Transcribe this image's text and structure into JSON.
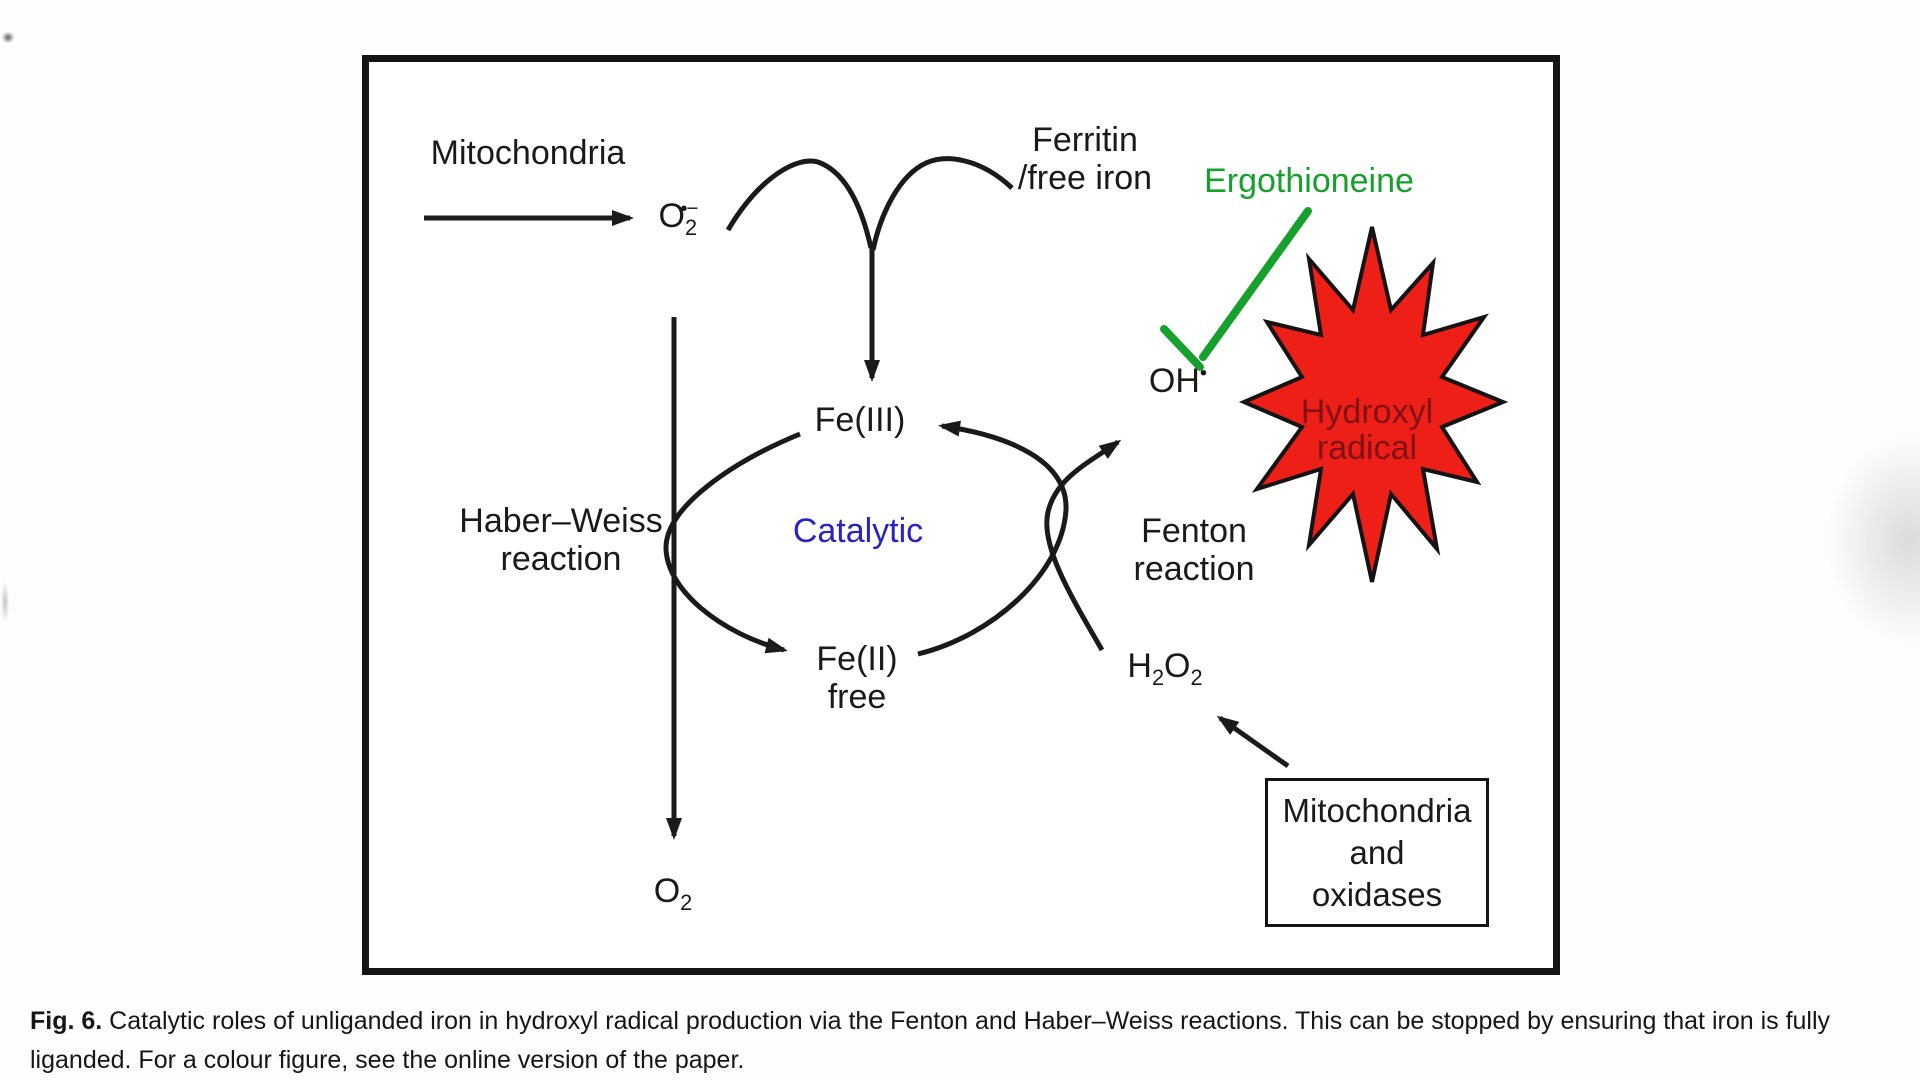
{
  "figure": {
    "labels": {
      "mitochondria_top": "Mitochondria",
      "superoxide": {
        "base": "O",
        "sub": "2",
        "sup": "•−"
      },
      "ferritin_line1": "Ferritin",
      "ferritin_line2": "/free iron",
      "ergothioneine": "Ergothioneine",
      "oh_radical": {
        "base": "OH",
        "sup": "•"
      },
      "fe3": "Fe(III)",
      "catalytic": "Catalytic",
      "haber_line1": "Haber–Weiss",
      "haber_line2": "reaction",
      "fe2_line1": "Fe(II)",
      "fe2_line2": "free",
      "fenton_line1": "Fenton",
      "fenton_line2": "reaction",
      "h2o2": {
        "p1": "H",
        "s1": "2",
        "p2": "O",
        "s2": "2"
      },
      "o2_bottom": {
        "base": "O",
        "sub": "2"
      },
      "starburst_line1": "Hydroxyl",
      "starburst_line2": "radical",
      "box_line1": "Mitochondria",
      "box_line2": "and",
      "box_line3": "oxidases"
    },
    "colors": {
      "ergothioneine_green": "#16a02c",
      "catalytic_blue": "#2a22c4",
      "starburst_red": "#ee1f16",
      "starburst_text": "#801114",
      "ink": "#1a1a1a"
    }
  },
  "caption": {
    "fig_label": "Fig. 6.",
    "line1": " Catalytic roles of unliganded iron in hydroxyl radical production via the Fenton and Haber–Weiss reactions. This can be stopped by ensuring that iron is fully",
    "line2": "liganded. For a colour figure, see the online version of the paper."
  }
}
